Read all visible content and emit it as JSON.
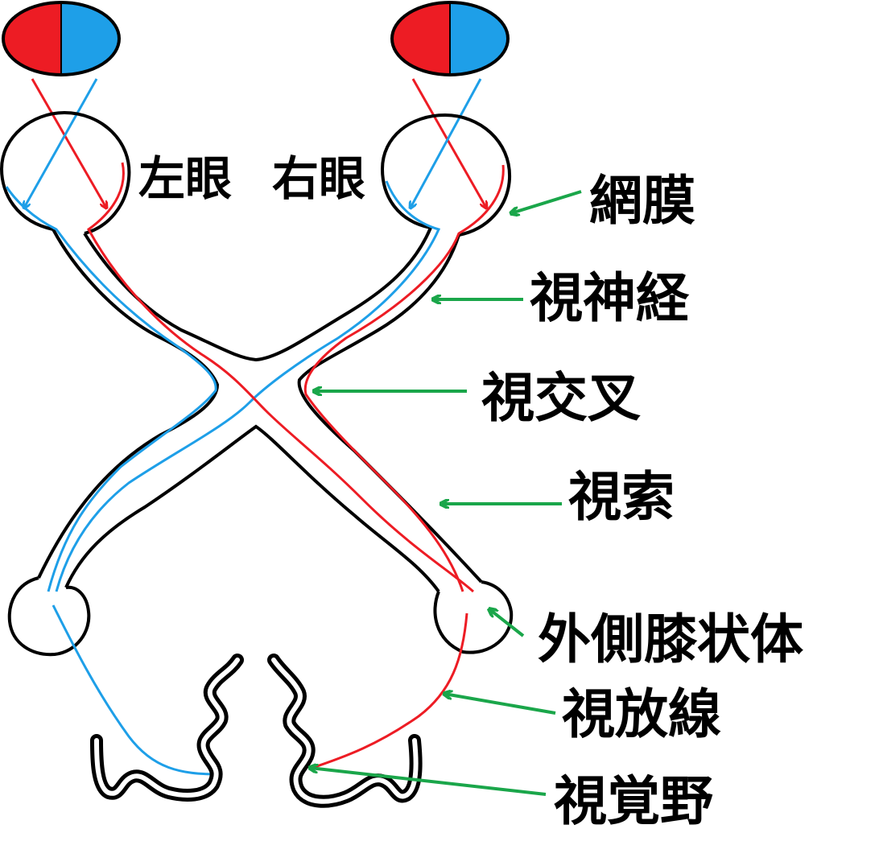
{
  "eyes": {
    "left_label": "左眼",
    "right_label": "右眼"
  },
  "labels": {
    "retina": "網膜",
    "optic_nerve": "視神経",
    "optic_chiasm": "視交叉",
    "optic_tract": "視索",
    "lgn": "外側膝状体",
    "optic_radiation": "視放線",
    "visual_cortex": "視覚野"
  },
  "colors": {
    "left_visual_field": "#ed1c24",
    "right_visual_field": "#1e9fe8",
    "pointer_arrow": "#1aa64a",
    "outline": "#000000"
  }
}
